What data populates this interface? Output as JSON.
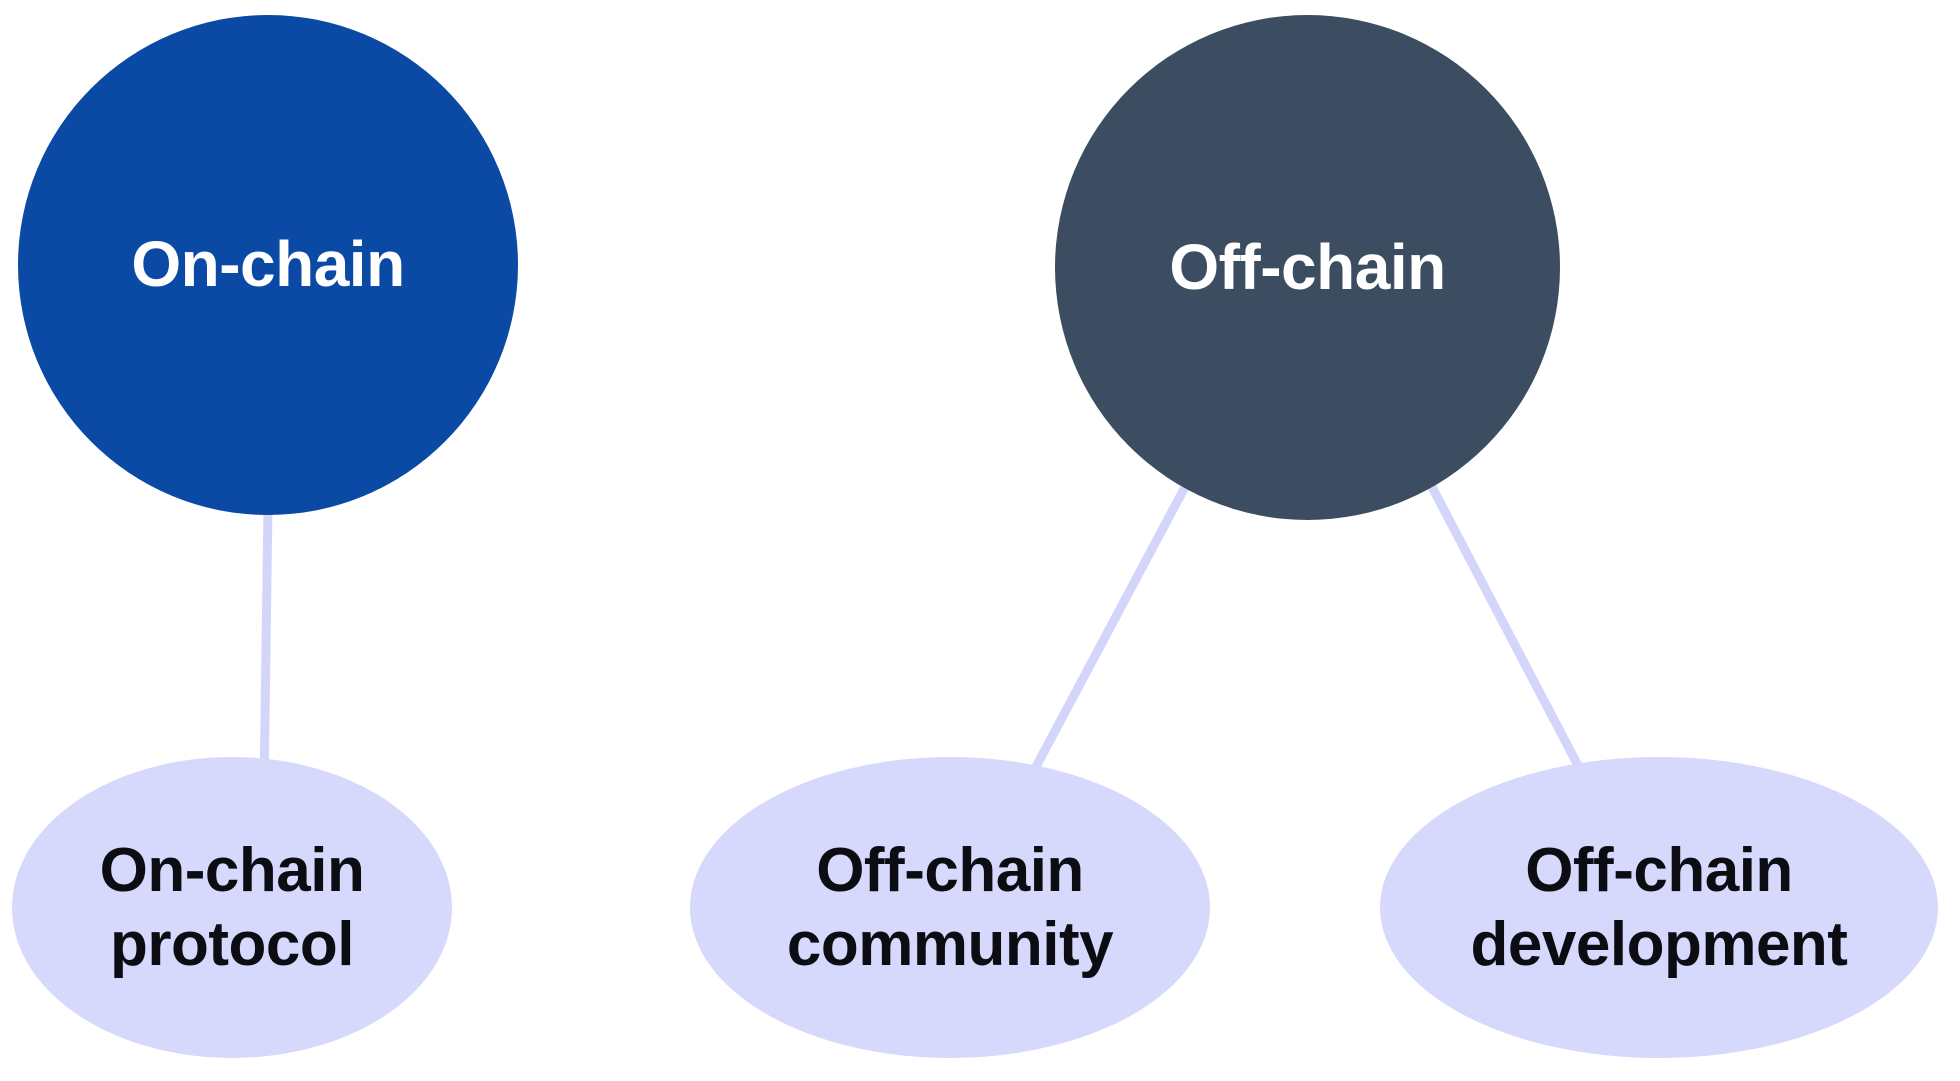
{
  "diagram": {
    "type": "node-link-tree",
    "background_color": "#ffffff",
    "colors": {
      "root_primary": "#0a4aa5",
      "root_secondary": "#3d4d61",
      "leaf_fill": "#d6d9fb",
      "connector": "#d3d6fa",
      "root_label_text": "#ffffff",
      "leaf_label_text": "#0b0d12"
    },
    "roots": [
      {
        "id": "on-chain",
        "label": "On-chain",
        "shape": "circle",
        "fill": "#0a4aa5",
        "text_color": "#ffffff"
      },
      {
        "id": "off-chain",
        "label": "Off-chain",
        "shape": "circle",
        "fill": "#3d4d61",
        "text_color": "#ffffff"
      }
    ],
    "leaves": [
      {
        "id": "on-chain-protocol",
        "label": "On-chain\nprotocol",
        "line1": "On-chain",
        "line2": "protocol",
        "shape": "ellipse",
        "fill": "#d6d9fb",
        "text_color": "#0b0d12",
        "parent": "on-chain"
      },
      {
        "id": "off-chain-community",
        "label": "Off-chain\ncommunity",
        "line1": "Off-chain",
        "line2": "community",
        "shape": "ellipse",
        "fill": "#d6d9fb",
        "text_color": "#0b0d12",
        "parent": "off-chain"
      },
      {
        "id": "off-chain-development",
        "label": "Off-chain\ndevelopment",
        "line1": "Off-chain",
        "line2": "development",
        "shape": "ellipse",
        "fill": "#d6d9fb",
        "text_color": "#0b0d12",
        "parent": "off-chain"
      }
    ],
    "edges": [
      {
        "id": "edge-on-chain-to-protocol",
        "from": "on-chain",
        "to": "on-chain-protocol"
      },
      {
        "id": "edge-off-chain-to-community",
        "from": "off-chain",
        "to": "off-chain-community"
      },
      {
        "id": "edge-off-chain-to-development",
        "from": "off-chain",
        "to": "off-chain-development"
      }
    ]
  }
}
